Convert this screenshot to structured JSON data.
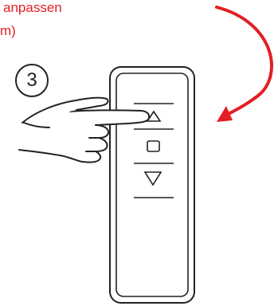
{
  "caption": {
    "line1": "anpassen",
    "line2": "m)"
  },
  "step_number": "3",
  "colors": {
    "accent": "#e31e24",
    "stroke": "#222222"
  },
  "remote": {
    "buttons": [
      {
        "icon": "up-triangle-icon",
        "name": "up"
      },
      {
        "icon": "stop-square-icon",
        "name": "stop"
      },
      {
        "icon": "down-triangle-icon",
        "name": "down"
      }
    ]
  }
}
